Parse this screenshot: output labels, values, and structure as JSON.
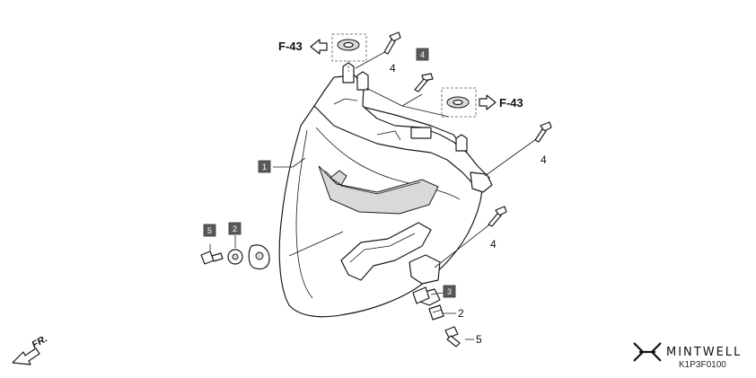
{
  "callouts": {
    "ref_top": "F-43",
    "ref_right": "F-43",
    "n_bolt_top": "4",
    "n_bolt_right_upper": "4",
    "n_bolt_right_lower": "4",
    "n_bolt_bottom": "5",
    "n_clip": "2",
    "n_box_top": "4",
    "n_box_main": "1",
    "n_box_left_bolt": "5",
    "n_box_left_collar": "2",
    "n_box_grommet": "3"
  },
  "footer": {
    "brand": "MINTWELL",
    "code": "K1P3F0100",
    "direction": "FR."
  },
  "colors": {
    "box_fill": "#5a5a5a",
    "line": "#1a1a1a"
  }
}
